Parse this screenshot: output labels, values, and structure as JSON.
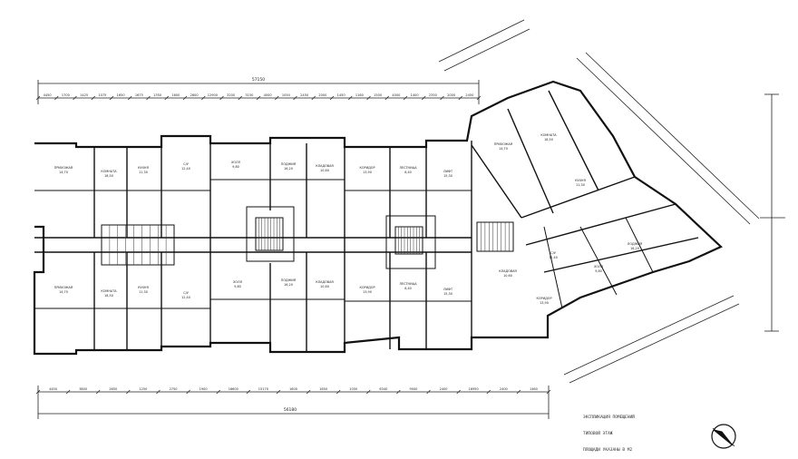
{
  "title": "",
  "overall_dimension_top": "57150",
  "overall_dimension_bottom": "56180",
  "segments_top": [
    "4450",
    "1700",
    "1425",
    "1075",
    "1650",
    "1675",
    "1350",
    "1600",
    "2800",
    "12900",
    "3200",
    "3150",
    "4000",
    "1050",
    "2450",
    "2000",
    "1450",
    "1160",
    "1500",
    "4000",
    "1400",
    "2350",
    "2000",
    "2450"
  ],
  "segments_bottom": [
    "4450",
    "3800",
    "2650",
    "1250",
    "2750",
    "1900",
    "16600",
    "15170",
    "1600",
    "1650",
    "1050",
    "6340",
    "9500",
    "2400",
    "16950",
    "2400",
    "1460"
  ],
  "room_labels": [
    "ПРИХОЖАЯ",
    "КОМНАТА",
    "КУХНЯ",
    "С/У",
    "ХОЛЛ",
    "ЛОДЖИЯ",
    "КЛАДОВАЯ",
    "КОРИДОР",
    "ЛЕСТНИЦА",
    "ЛИФТ"
  ],
  "room_areas": [
    "14,70",
    "18,50",
    "11,30",
    "12,40",
    "9,80",
    "16,20",
    "10,60",
    "13,90",
    "8,40",
    "15,30"
  ],
  "legend_lines": [
    "ЭКСПЛИКАЦИЯ ПОМЕЩЕНИЙ",
    "ТИПОВОЙ ЭТАЖ",
    "ПЛОЩАДИ УКАЗАНЫ В М2"
  ],
  "north_arrow": "north-arrow-icon"
}
